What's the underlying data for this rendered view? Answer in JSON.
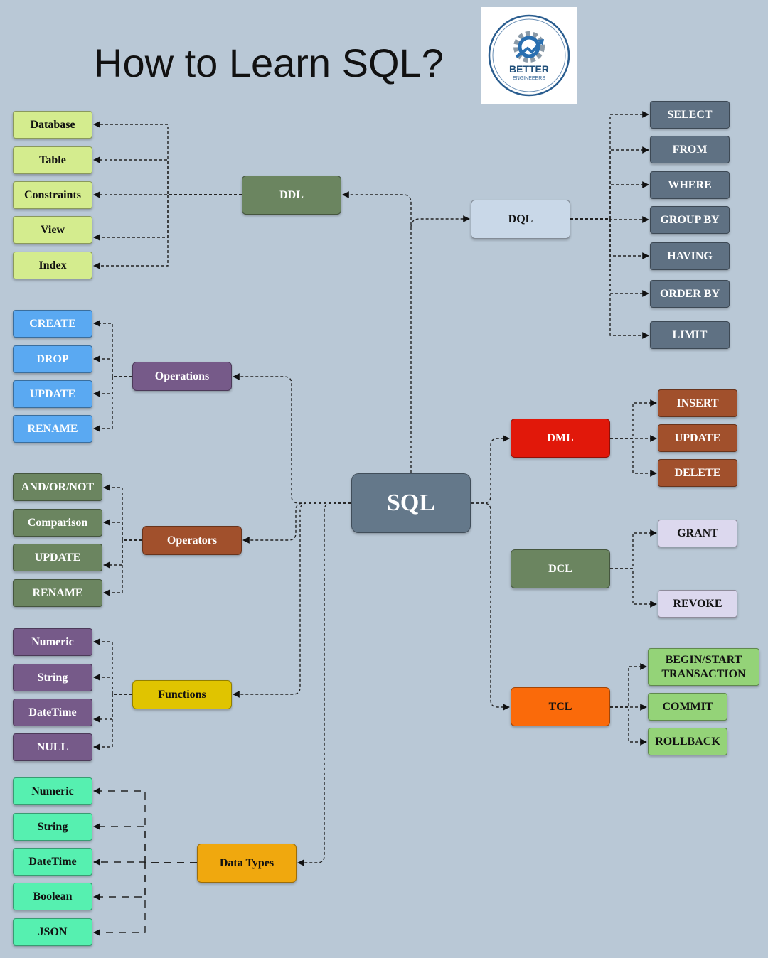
{
  "title": "How to Learn SQL?",
  "logo": {
    "line1": "BETTER",
    "line2": "ENGINEEERS"
  },
  "colors": {
    "background": "#b9c8d6",
    "sql": "#64788a",
    "ddl": "#6b8560",
    "ddl_children": "#d4ec8e",
    "dql": "#c9d8e8",
    "dql_children": "#5f7183",
    "operations": "#765a89",
    "operations_children": "#5aa9f2",
    "operators": "#a1502c",
    "operators_children": "#6b8560",
    "functions": "#e0c400",
    "functions_children": "#765a89",
    "data_types": "#f0a80e",
    "data_types_children": "#56f0b0",
    "dml": "#e1180a",
    "dml_children": "#a1502c",
    "dcl": "#6b8560",
    "dcl_children": "#dcd8ee",
    "tcl": "#fa6a0a",
    "tcl_children": "#94d378"
  },
  "root": {
    "label": "SQL"
  },
  "categories": {
    "ddl": {
      "label": "DDL",
      "items": [
        "Database",
        "Table",
        "Constraints",
        "View",
        "Index"
      ]
    },
    "dql": {
      "label": "DQL",
      "items": [
        "SELECT",
        "FROM",
        "WHERE",
        "GROUP BY",
        "HAVING",
        "ORDER BY",
        "LIMIT"
      ]
    },
    "operations": {
      "label": "Operations",
      "items": [
        "CREATE",
        "DROP",
        "UPDATE",
        "RENAME"
      ]
    },
    "operators": {
      "label": "Operators",
      "items": [
        "AND/OR/NOT",
        "Comparison",
        "UPDATE",
        "RENAME"
      ]
    },
    "functions": {
      "label": "Functions",
      "items": [
        "Numeric",
        "String",
        "DateTime",
        "NULL"
      ]
    },
    "data_types": {
      "label": "Data Types",
      "items": [
        "Numeric",
        "String",
        "DateTime",
        "Boolean",
        "JSON"
      ]
    },
    "dml": {
      "label": "DML",
      "items": [
        "INSERT",
        "UPDATE",
        "DELETE"
      ]
    },
    "dcl": {
      "label": "DCL",
      "items": [
        "GRANT",
        "REVOKE"
      ]
    },
    "tcl": {
      "label": "TCL",
      "items": [
        "BEGIN/START\nTRANSACTION",
        "COMMIT",
        "ROLLBACK"
      ]
    }
  }
}
